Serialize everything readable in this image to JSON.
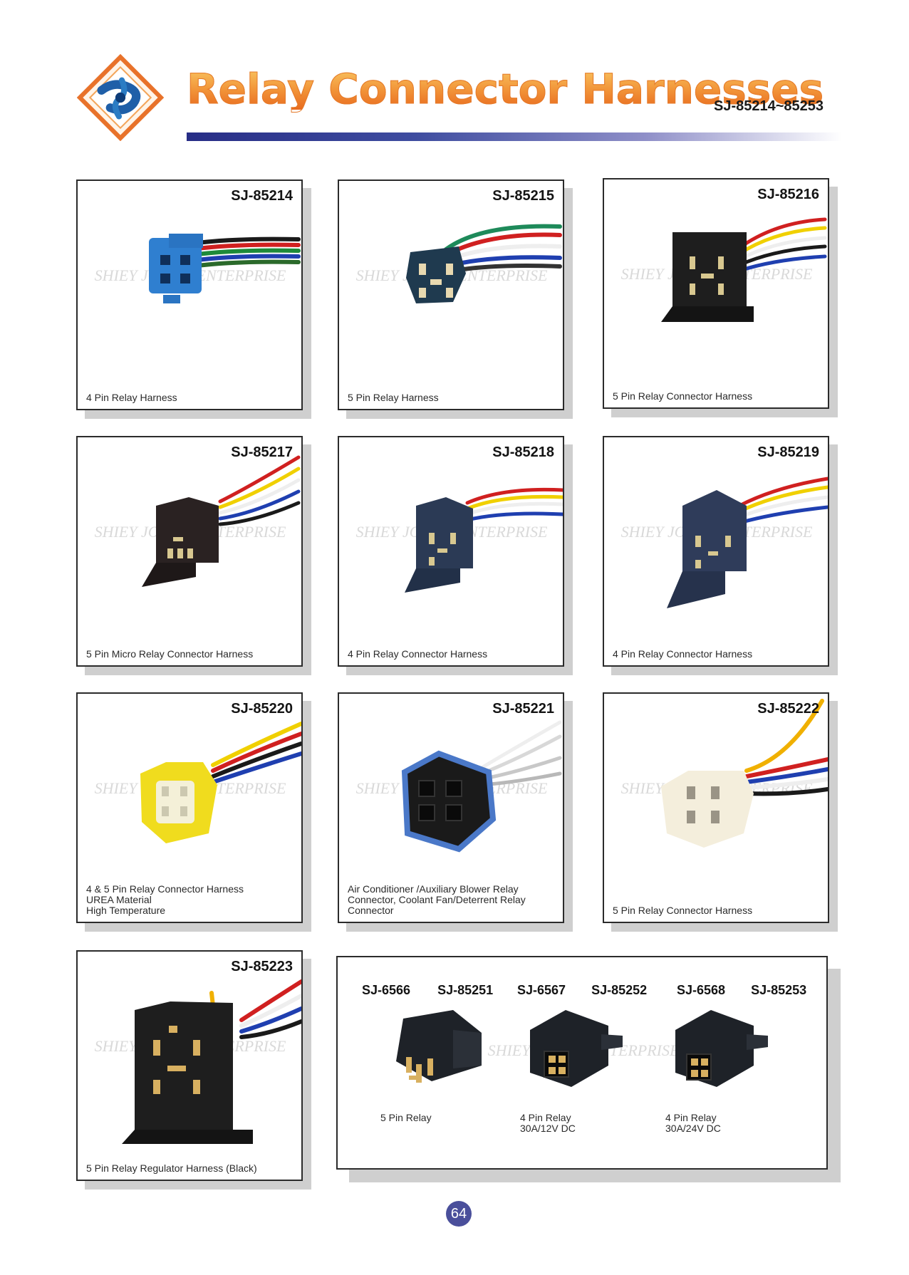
{
  "header": {
    "title": "Relay Connector Harnesses",
    "code_range": "SJ-85214~85253",
    "brand_colors": {
      "title_orange": "#f2963a",
      "bar_blue": "#272d86",
      "logo_blue": "#1f5fa8",
      "logo_orange": "#e8722a"
    }
  },
  "watermark": "SHIEY JOUNG ENTERPRISE",
  "products": [
    {
      "code": "SJ-85214",
      "caption": [
        "4 Pin Relay Harness"
      ],
      "color": "#2f7fd0"
    },
    {
      "code": "SJ-85215",
      "caption": [
        "5 Pin Relay Harness"
      ],
      "color": "#1f3a4f"
    },
    {
      "code": "SJ-85216",
      "caption": [
        "5 Pin Relay Connector Harness"
      ],
      "color": "#1e1e1e"
    },
    {
      "code": "SJ-85217",
      "caption": [
        "5 Pin Micro Relay Connector Harness"
      ],
      "color": "#2a2222"
    },
    {
      "code": "SJ-85218",
      "caption": [
        "4 Pin Relay Connector Harness"
      ],
      "color": "#2b3a55"
    },
    {
      "code": "SJ-85219",
      "caption": [
        "4 Pin Relay Connector Harness"
      ],
      "color": "#2f3c5a"
    },
    {
      "code": "SJ-85220",
      "caption": [
        "4 & 5 Pin Relay Connector Harness",
        "UREA Material",
        "High Temperature"
      ],
      "color": "#f0dc1e"
    },
    {
      "code": "SJ-85221",
      "caption": [
        "Air Conditioner /Auxiliary Blower Relay",
        "Connector, Coolant Fan/Deterrent Relay",
        "Connector"
      ],
      "color": "#1a1a1a"
    },
    {
      "code": "SJ-85222",
      "caption": [
        "5 Pin Relay Connector Harness"
      ],
      "color": "#f4eedc"
    },
    {
      "code": "SJ-85223",
      "caption": [
        "5 Pin Relay Regulator Harness (Black)"
      ],
      "color": "#1e1e1e"
    }
  ],
  "relays": [
    {
      "codes": [
        "SJ-6566",
        "SJ-85251"
      ],
      "caption": [
        "5 Pin Relay"
      ]
    },
    {
      "codes": [
        "SJ-6567",
        "SJ-85252"
      ],
      "caption": [
        "4 Pin Relay",
        "30A/12V DC"
      ]
    },
    {
      "codes": [
        "SJ-6568",
        "SJ-85253"
      ],
      "caption": [
        "4 Pin Relay",
        "30A/24V DC"
      ]
    }
  ],
  "page_number": "64"
}
